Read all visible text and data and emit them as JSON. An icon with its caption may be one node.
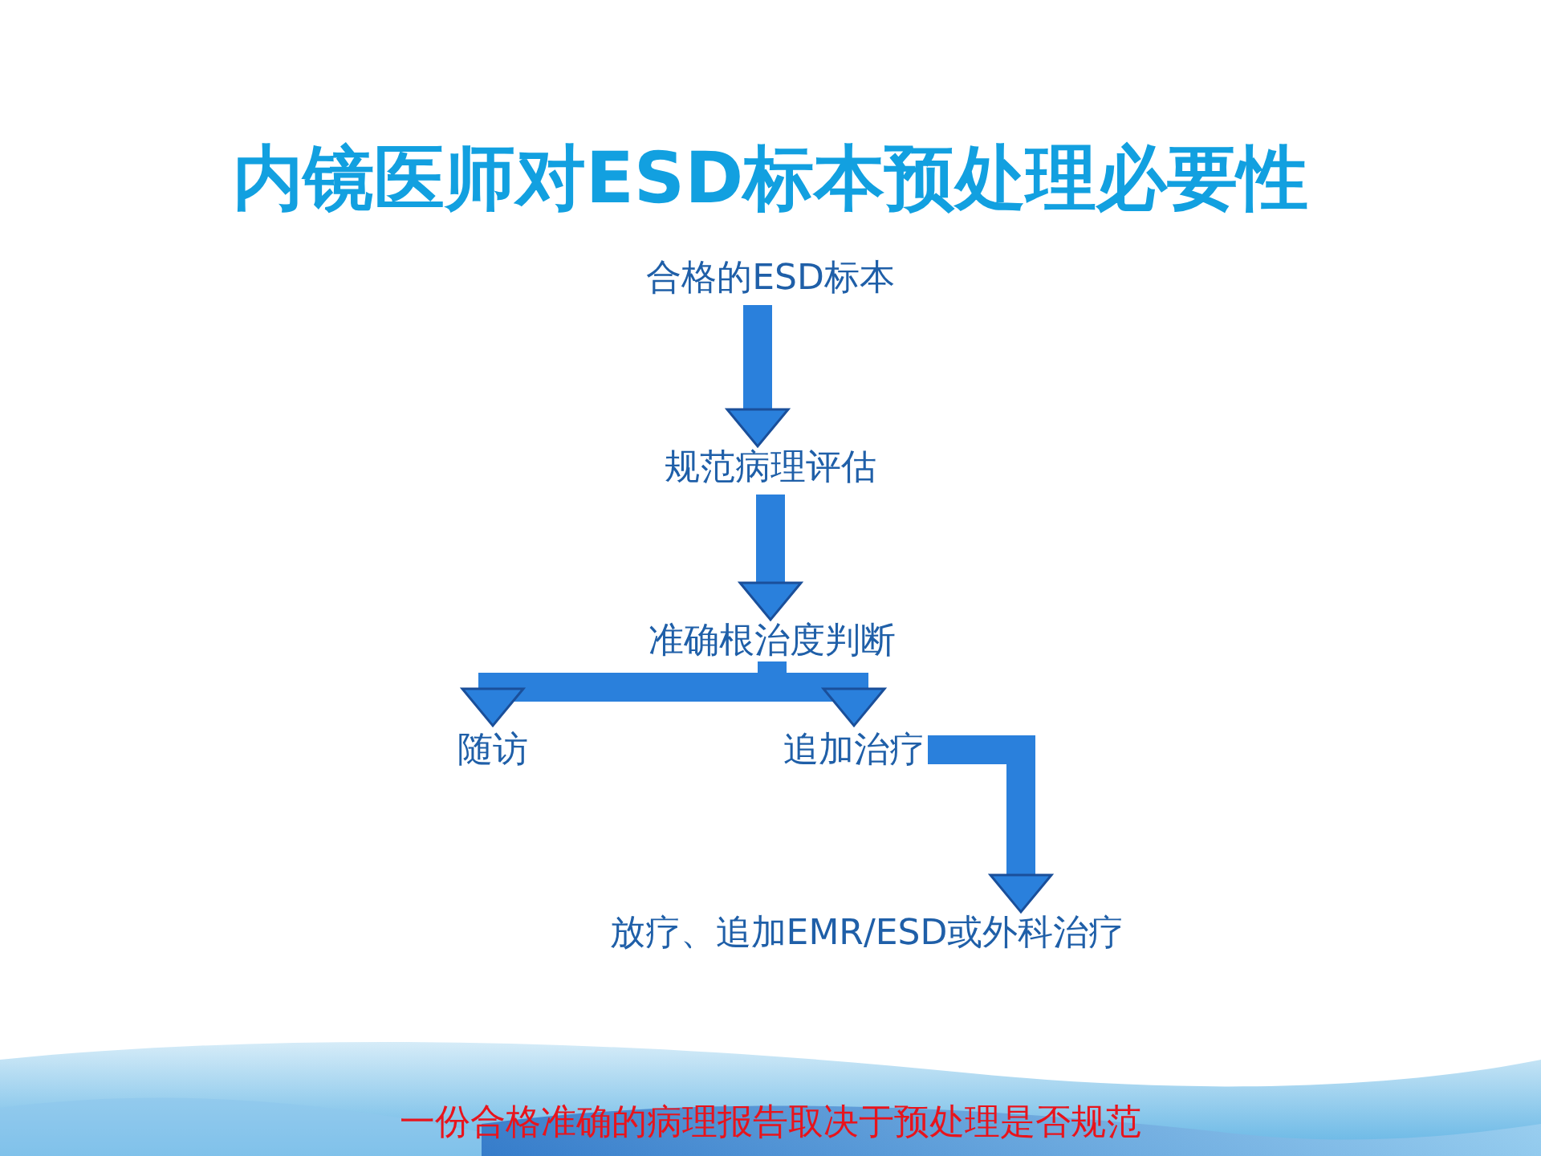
{
  "diagram": {
    "title": "内镜医师对ESD标本预处理必要性",
    "nodes": [
      {
        "text": [
          "合格的ESD标本"
        ]
      },
      {
        "text": [
          "规范病理评估"
        ]
      },
      {
        "text": [
          "准确根治度判断"
        ]
      },
      {
        "text": [
          "随访"
        ]
      },
      {
        "text": [
          "追加治疗"
        ]
      },
      {
        "text": [
          "放疗、追加EMR/ESD或外科治疗"
        ]
      }
    ],
    "edges": [
      {
        "from": 0,
        "to": 1,
        "arrow": "to"
      },
      {
        "from": 1,
        "to": 2,
        "arrow": "to"
      },
      {
        "from": 2,
        "to": 3,
        "arrow": "to"
      },
      {
        "from": 2,
        "to": 4,
        "arrow": "to"
      },
      {
        "from": 4,
        "to": 5,
        "arrow": "to"
      }
    ],
    "caption": "一份合格准确的病理报告取决于预处理是否规范"
  }
}
